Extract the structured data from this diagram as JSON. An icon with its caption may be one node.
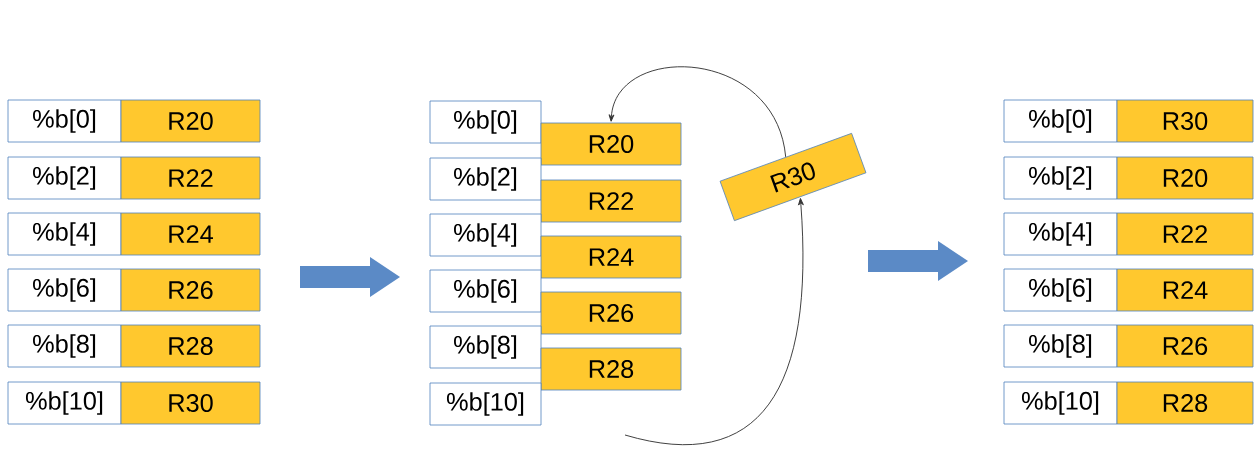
{
  "diagram": {
    "nodes": [
      {
        "text": [
          "%b[0]"
        ]
      },
      {
        "text": [
          "R20"
        ]
      },
      {
        "text": [
          "%b[2]"
        ]
      },
      {
        "text": [
          "R22"
        ]
      },
      {
        "text": [
          "%b[4]"
        ]
      },
      {
        "text": [
          "R24"
        ]
      },
      {
        "text": [
          "%b[6]"
        ]
      },
      {
        "text": [
          "R26"
        ]
      },
      {
        "text": [
          "%b[8]"
        ]
      },
      {
        "text": [
          "R28"
        ]
      },
      {
        "text": [
          "%b[10]"
        ]
      },
      {
        "text": [
          "R30"
        ]
      },
      {
        "text": [
          "%b[0]"
        ]
      },
      {
        "text": [
          "R20"
        ]
      },
      {
        "text": [
          "%b[2]"
        ]
      },
      {
        "text": [
          "R22"
        ]
      },
      {
        "text": [
          "%b[4]"
        ]
      },
      {
        "text": [
          "R24"
        ]
      },
      {
        "text": [
          "%b[6]"
        ]
      },
      {
        "text": [
          "R26"
        ]
      },
      {
        "text": [
          "%b[8]"
        ]
      },
      {
        "text": [
          "R28"
        ]
      },
      {
        "text": [
          "%b[10]"
        ]
      },
      {
        "text": [
          "R30"
        ]
      },
      {
        "text": [
          "%b[0]"
        ]
      },
      {
        "text": [
          "R30"
        ]
      },
      {
        "text": [
          "%b[2]"
        ]
      },
      {
        "text": [
          "R20"
        ]
      },
      {
        "text": [
          "%b[4]"
        ]
      },
      {
        "text": [
          "R22"
        ]
      },
      {
        "text": [
          "%b[6]"
        ]
      },
      {
        "text": [
          "R24"
        ]
      },
      {
        "text": [
          "%b[8]"
        ]
      },
      {
        "text": [
          "R26"
        ]
      },
      {
        "text": [
          "%b[10]"
        ]
      },
      {
        "text": [
          "R28"
        ]
      }
    ],
    "edges": [
      {
        "from": 23,
        "to": 13,
        "arrow": "to"
      },
      {
        "from": null,
        "to": 23,
        "arrow": "to"
      }
    ]
  }
}
